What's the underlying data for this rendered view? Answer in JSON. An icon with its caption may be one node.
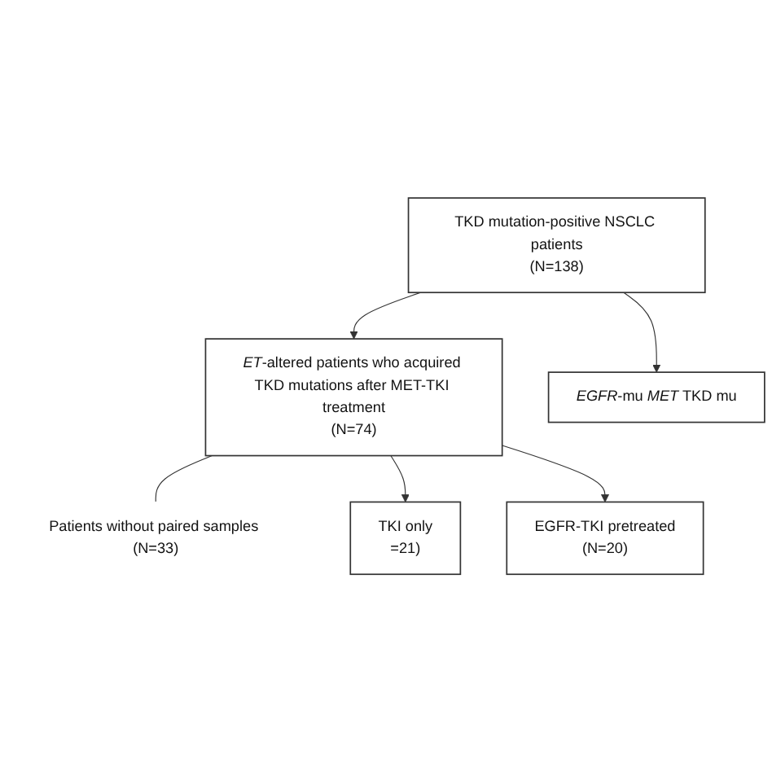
{
  "diagram": {
    "nodes": [
      {
        "text": [
          "TKD mutation-positive NSCLC patients",
          "(N=138)"
        ]
      },
      {
        "text": [
          "*ET*-altered patients who acquired TKD mutations after MET-TKI treatment",
          "(N=74)"
        ]
      },
      {
        "text": [
          "*EGFR*-mu *MET* TKD mu"
        ]
      },
      {
        "text": [
          "Patients without paired samples (N=33)"
        ]
      },
      {
        "text": [
          "TKI only",
          "=21)"
        ]
      },
      {
        "text": [
          "EGFR-TKI pretreated",
          "(N=20)"
        ]
      }
    ],
    "edges": [
      {
        "from": 0,
        "to": 1,
        "arrow": "to"
      },
      {
        "from": 0,
        "to": 2,
        "arrow": "to"
      },
      {
        "from": 1,
        "to": 3,
        "arrow": "none"
      },
      {
        "from": 1,
        "to": 4,
        "arrow": "to"
      },
      {
        "from": 1,
        "to": 5,
        "arrow": "to"
      }
    ]
  }
}
